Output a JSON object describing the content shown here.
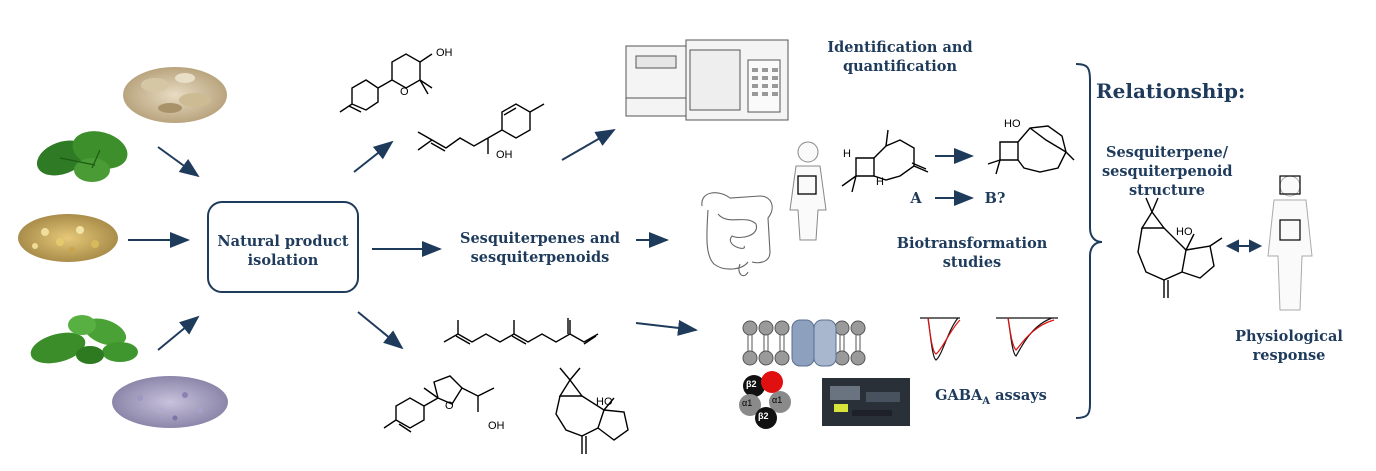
{
  "colors": {
    "accent": "#1f3b5c",
    "line": "#000000",
    "receptor_red": "#e01010"
  },
  "center_box": {
    "label": "Natural product isolation"
  },
  "sesquiterpenes": {
    "label": "Sesquiterpenes and sesquiterpenoids"
  },
  "identification": {
    "label": "Identification and quantification"
  },
  "biotransformation": {
    "label": "Biotransformation studies",
    "arrow_from": "A",
    "arrow_to": "B?"
  },
  "gaba": {
    "label_main": "GABA",
    "label_sub": "A",
    "label_suffix": " assays",
    "subunits": [
      "β2",
      "α1",
      "α1",
      "β2"
    ]
  },
  "relationship": {
    "title": "Relationship:",
    "structure_label": "Sesquiterpene/ sesquiterpenoid structure",
    "response_label": "Physiological response"
  },
  "molecule_labels": {
    "oh": "OH",
    "ho": "HO",
    "h": "H"
  },
  "plants": [
    "dried-root-chips",
    "lemon-balm-leaves",
    "chamomile-flowers",
    "basil-leaves",
    "lavender-flowers"
  ]
}
